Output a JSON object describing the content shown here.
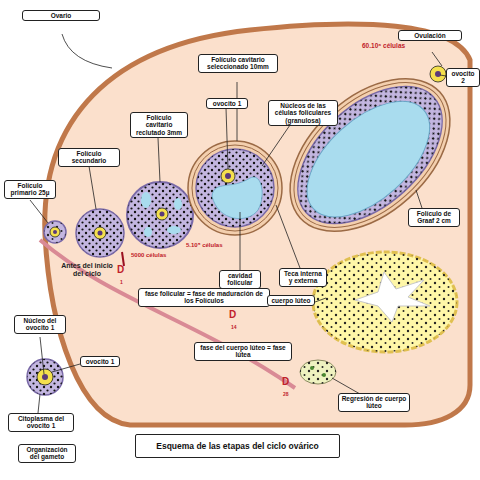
{
  "diagram": {
    "title": "Esquema de las etapas del ciclo ovárico",
    "nodes": [
      {
        "text": [
          "Ovario"
        ]
      },
      {
        "text": [
          "Ovulación"
        ]
      },
      {
        "text": [
          "Folículo cavitario seleccionado 10mm"
        ]
      },
      {
        "text": [
          "ovocito 2"
        ]
      },
      {
        "text": [
          "ovocito 1"
        ]
      },
      {
        "text": [
          "Núcleos de las células foliculares (granulosa)"
        ]
      },
      {
        "text": [
          "Folículo cavitario reclutado 3mm"
        ]
      },
      {
        "text": [
          "Folículo secundario"
        ]
      },
      {
        "text": [
          "Folículo primario 25µ"
        ]
      },
      {
        "text": [
          "Folículo de Graaf 2 cm"
        ]
      },
      {
        "text": [
          "cavidad folicular"
        ]
      },
      {
        "text": [
          "Teca interna y externa"
        ]
      },
      {
        "text": [
          "fase folicular = fase de maduración de los Folículos"
        ]
      },
      {
        "text": [
          "cuerpo lúteo"
        ]
      },
      {
        "text": [
          "Núcleo del ovocito 1"
        ]
      },
      {
        "text": [
          "fase del cuerpo lúteo = fase lútea"
        ]
      },
      {
        "text": [
          "ovocito 1"
        ]
      },
      {
        "text": [
          "Regresión de cuerpo lúteo"
        ]
      },
      {
        "text": [
          "Citoplasma del ovocito 1"
        ]
      },
      {
        "text": [
          "Organización del gameto"
        ]
      }
    ],
    "labels": [
      "60.10⁶ células",
      "5.10⁵ células",
      "5000 células",
      "Antes del inicio del ciclo",
      "D",
      "1",
      "D",
      "14",
      "D",
      "28"
    ]
  }
}
